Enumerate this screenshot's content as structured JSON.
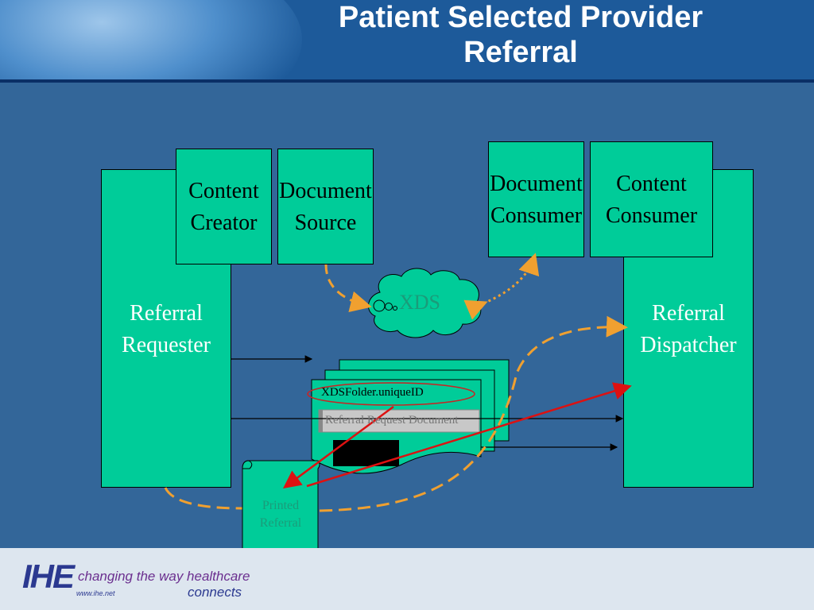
{
  "slide": {
    "title_line1": "Patient Selected Provider",
    "title_line2": "Referral"
  },
  "actors": {
    "referral_requester": [
      "Referral",
      "Requester"
    ],
    "referral_dispatcher": [
      "Referral",
      "Dispatcher"
    ],
    "content_creator": [
      "Content",
      "Creator"
    ],
    "document_source": [
      "Document",
      "Source"
    ],
    "document_consumer": [
      "Document",
      "Consumer"
    ],
    "content_consumer": [
      "Content",
      "Consumer"
    ]
  },
  "cloud_label": "XDS",
  "folder_label": "XDSFolder.uniqueID",
  "doc_label": "Referral Request Document",
  "printed_referral": [
    "Printed",
    "Referral"
  ],
  "footer": {
    "logo": "IHE",
    "tagline": "changing the way healthcare",
    "url": "www.ihe.net",
    "connects": "connects"
  },
  "colors": {
    "background": "#336699",
    "actor_fill": "#00cc99",
    "dashed_arrow": "#f0a030",
    "red_arrow": "#dd1111"
  }
}
